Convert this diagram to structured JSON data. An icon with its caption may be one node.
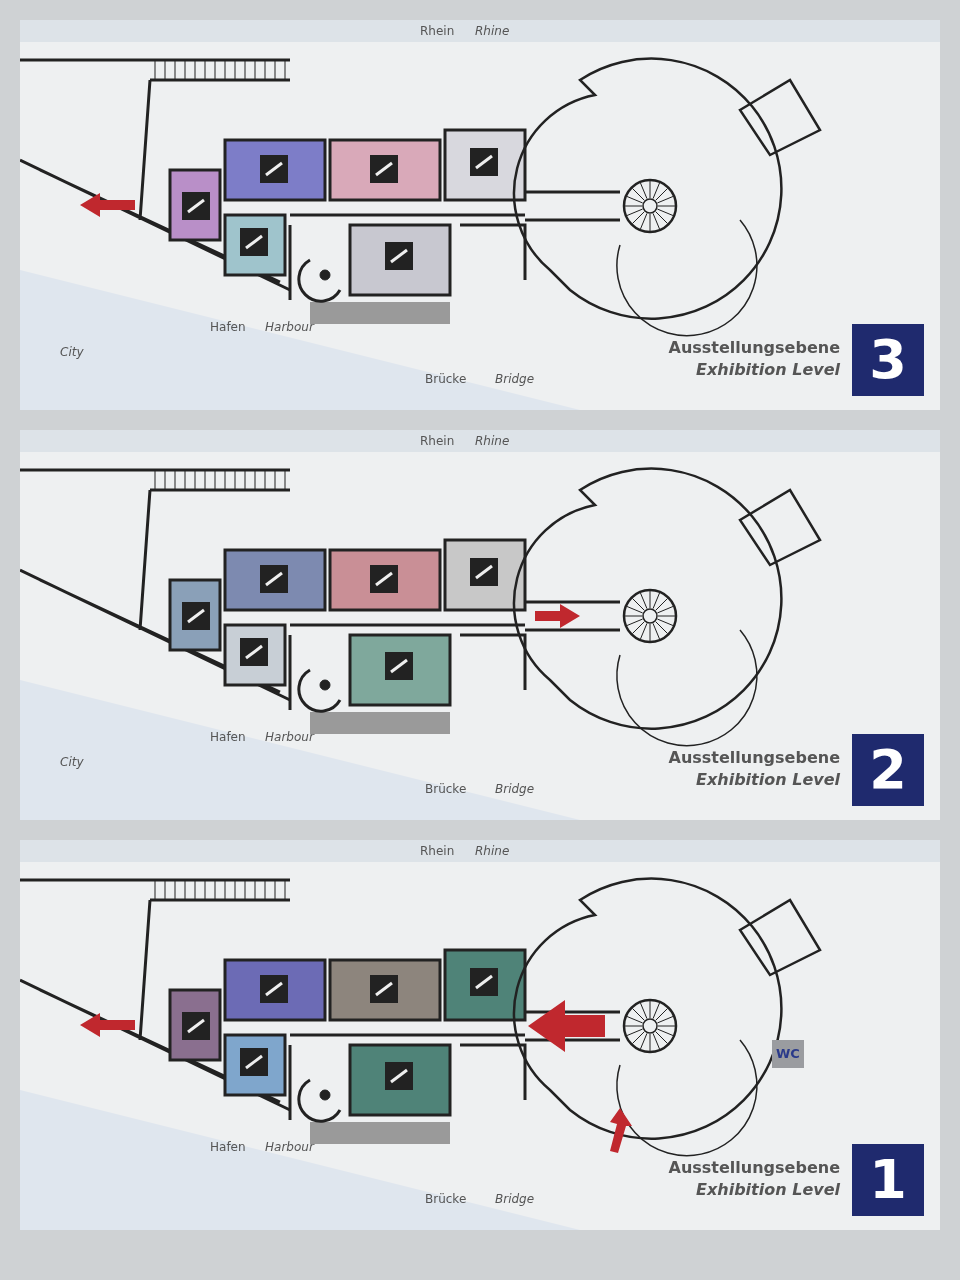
{
  "diagram": {
    "labels": [
      "Rhein",
      "Rhine",
      "Hafen",
      "Harbour",
      "City",
      "Brücke",
      "Bridge",
      "Ausstellungsebene",
      "Exhibition Level",
      "3",
      "Rhein",
      "Rhine",
      "Hafen",
      "Harbour",
      "City",
      "Brücke",
      "Bridge",
      "Ausstellungsebene",
      "Exhibition Level",
      "2",
      "Rhein",
      "Rhine",
      "WC",
      "Hafen",
      "Harbour",
      "Brücke",
      "Bridge",
      "Ausstellungsebene",
      "Exhibition Level",
      "1"
    ]
  }
}
